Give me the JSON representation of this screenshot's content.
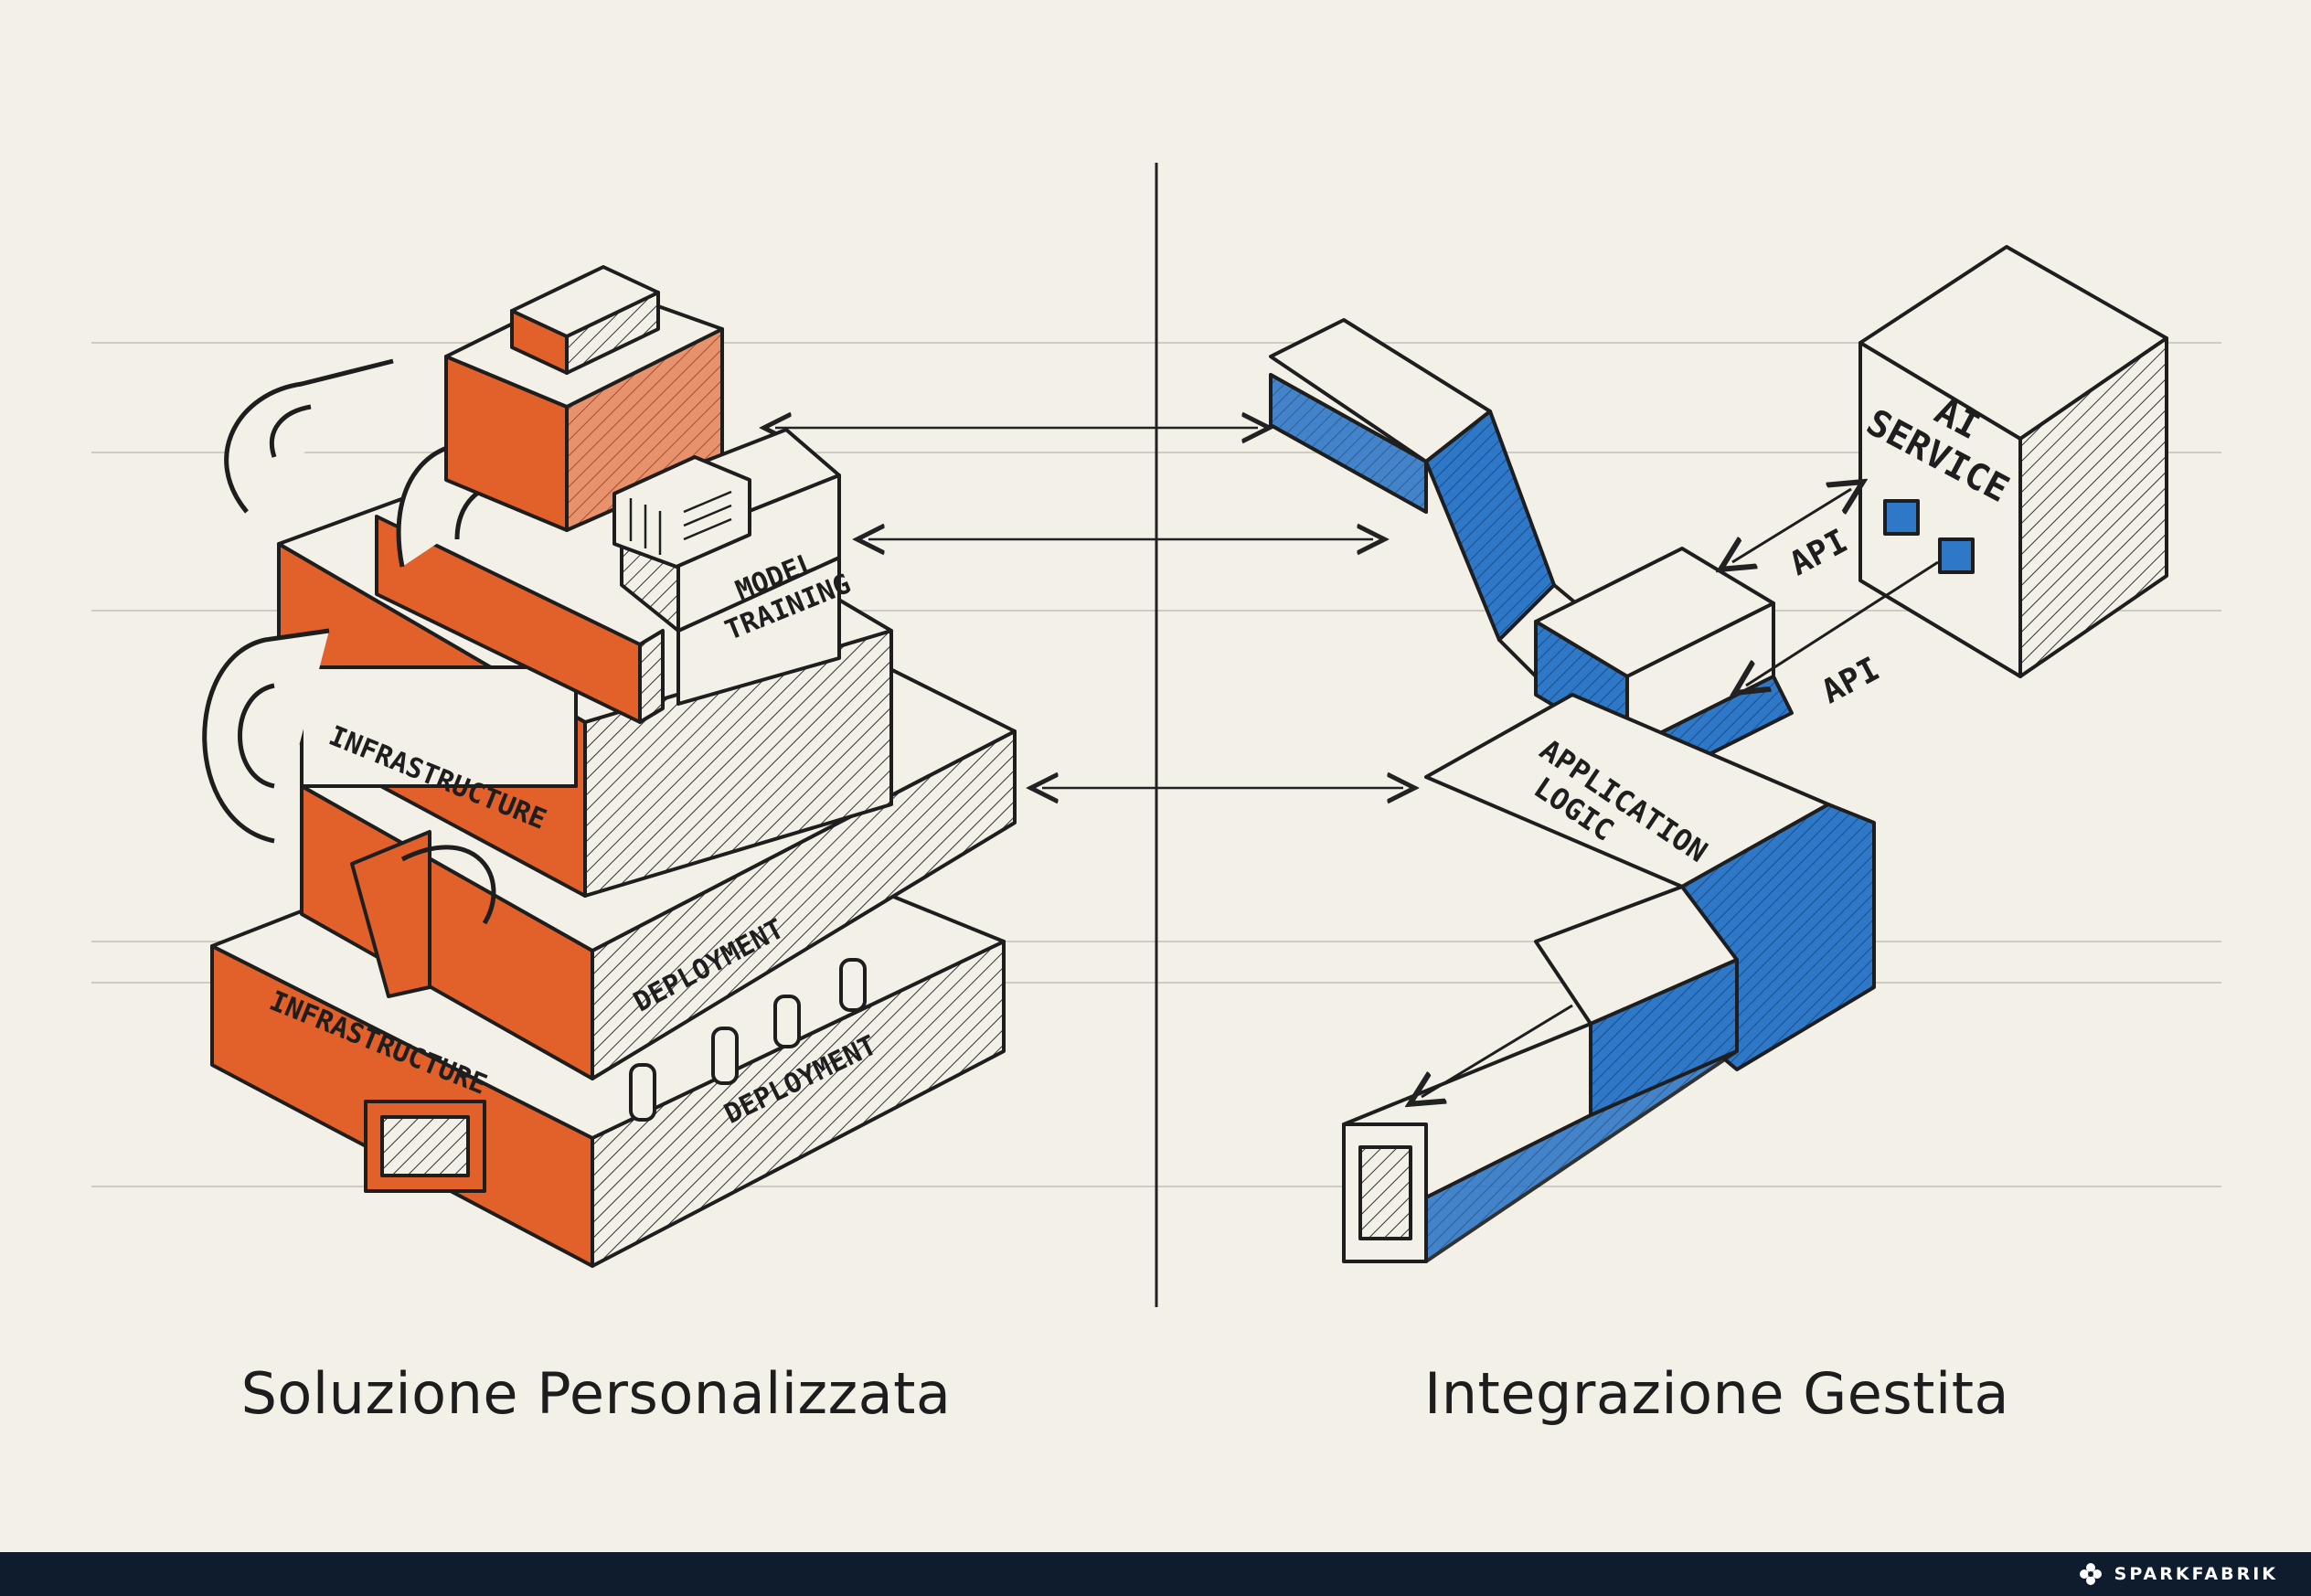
{
  "diagram": {
    "left": {
      "caption": "Soluzione Personalizzata",
      "labels": {
        "model_training": [
          "MODEL",
          "TRAINING"
        ],
        "infrastructure_top": "INFRASTRUCTURE",
        "deployment_top": "DEPLOYMENT",
        "infrastructure_bottom": "INFRASTRUCTURE",
        "deployment_bottom": "DEPLOYMENT"
      }
    },
    "right": {
      "caption": "Integrazione Gestita",
      "labels": {
        "ai_service": [
          "AI",
          "SERVICE"
        ],
        "api_top": "API",
        "api_bottom": "API",
        "application_logic": [
          "APPLICATION",
          "LOGIC"
        ]
      }
    }
  },
  "footer": {
    "brand": "SPARKFABRIK"
  },
  "colors": {
    "background": "#f3f0e8",
    "orange_accent": "#e2602a",
    "blue_accent": "#2f78c7",
    "ink": "#1e1e1e",
    "footer_bar": "#0f1c2e"
  }
}
